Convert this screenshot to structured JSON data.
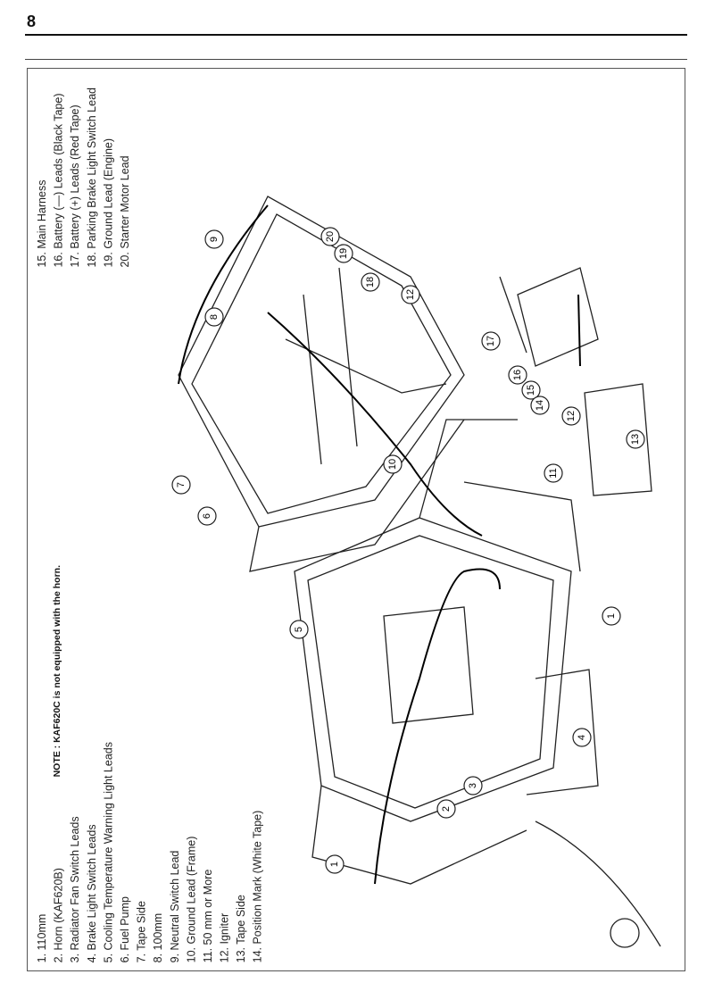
{
  "page_number": "8",
  "note": "NOTE : KAF620C is not equipped with the horn.",
  "legend_left": [
    "1. 110mm",
    "2. Horn (KAF620B)",
    "3. Radiator Fan Switch Leads",
    "4. Brake Light Switch Leads",
    "5. Cooling Temperature Warning Light Leads",
    "6. Fuel Pump",
    "7. Tape Side",
    "8. 100mm",
    "9. Neutral Switch Lead",
    "10. Ground Lead (Frame)",
    "11. 50 mm or More",
    "12. Igniter",
    "13. Tape Side",
    "14. Position Mark (White Tape)"
  ],
  "legend_right": [
    "15. Main Harness",
    "16. Battery (—) Leads (Black Tape)",
    "17. Battery (+) Leads (Red Tape)",
    "18. Parking Brake Light Switch Lead",
    "19. Ground Lead (Engine)",
    "20. Starter Motor Lead"
  ],
  "callouts": [
    "9",
    "20",
    "19",
    "18",
    "8",
    "12",
    "17",
    "16",
    "15",
    "14",
    "10",
    "11",
    "12",
    "13",
    "7",
    "6",
    "5",
    "1",
    "4",
    "3",
    "2",
    "1"
  ]
}
